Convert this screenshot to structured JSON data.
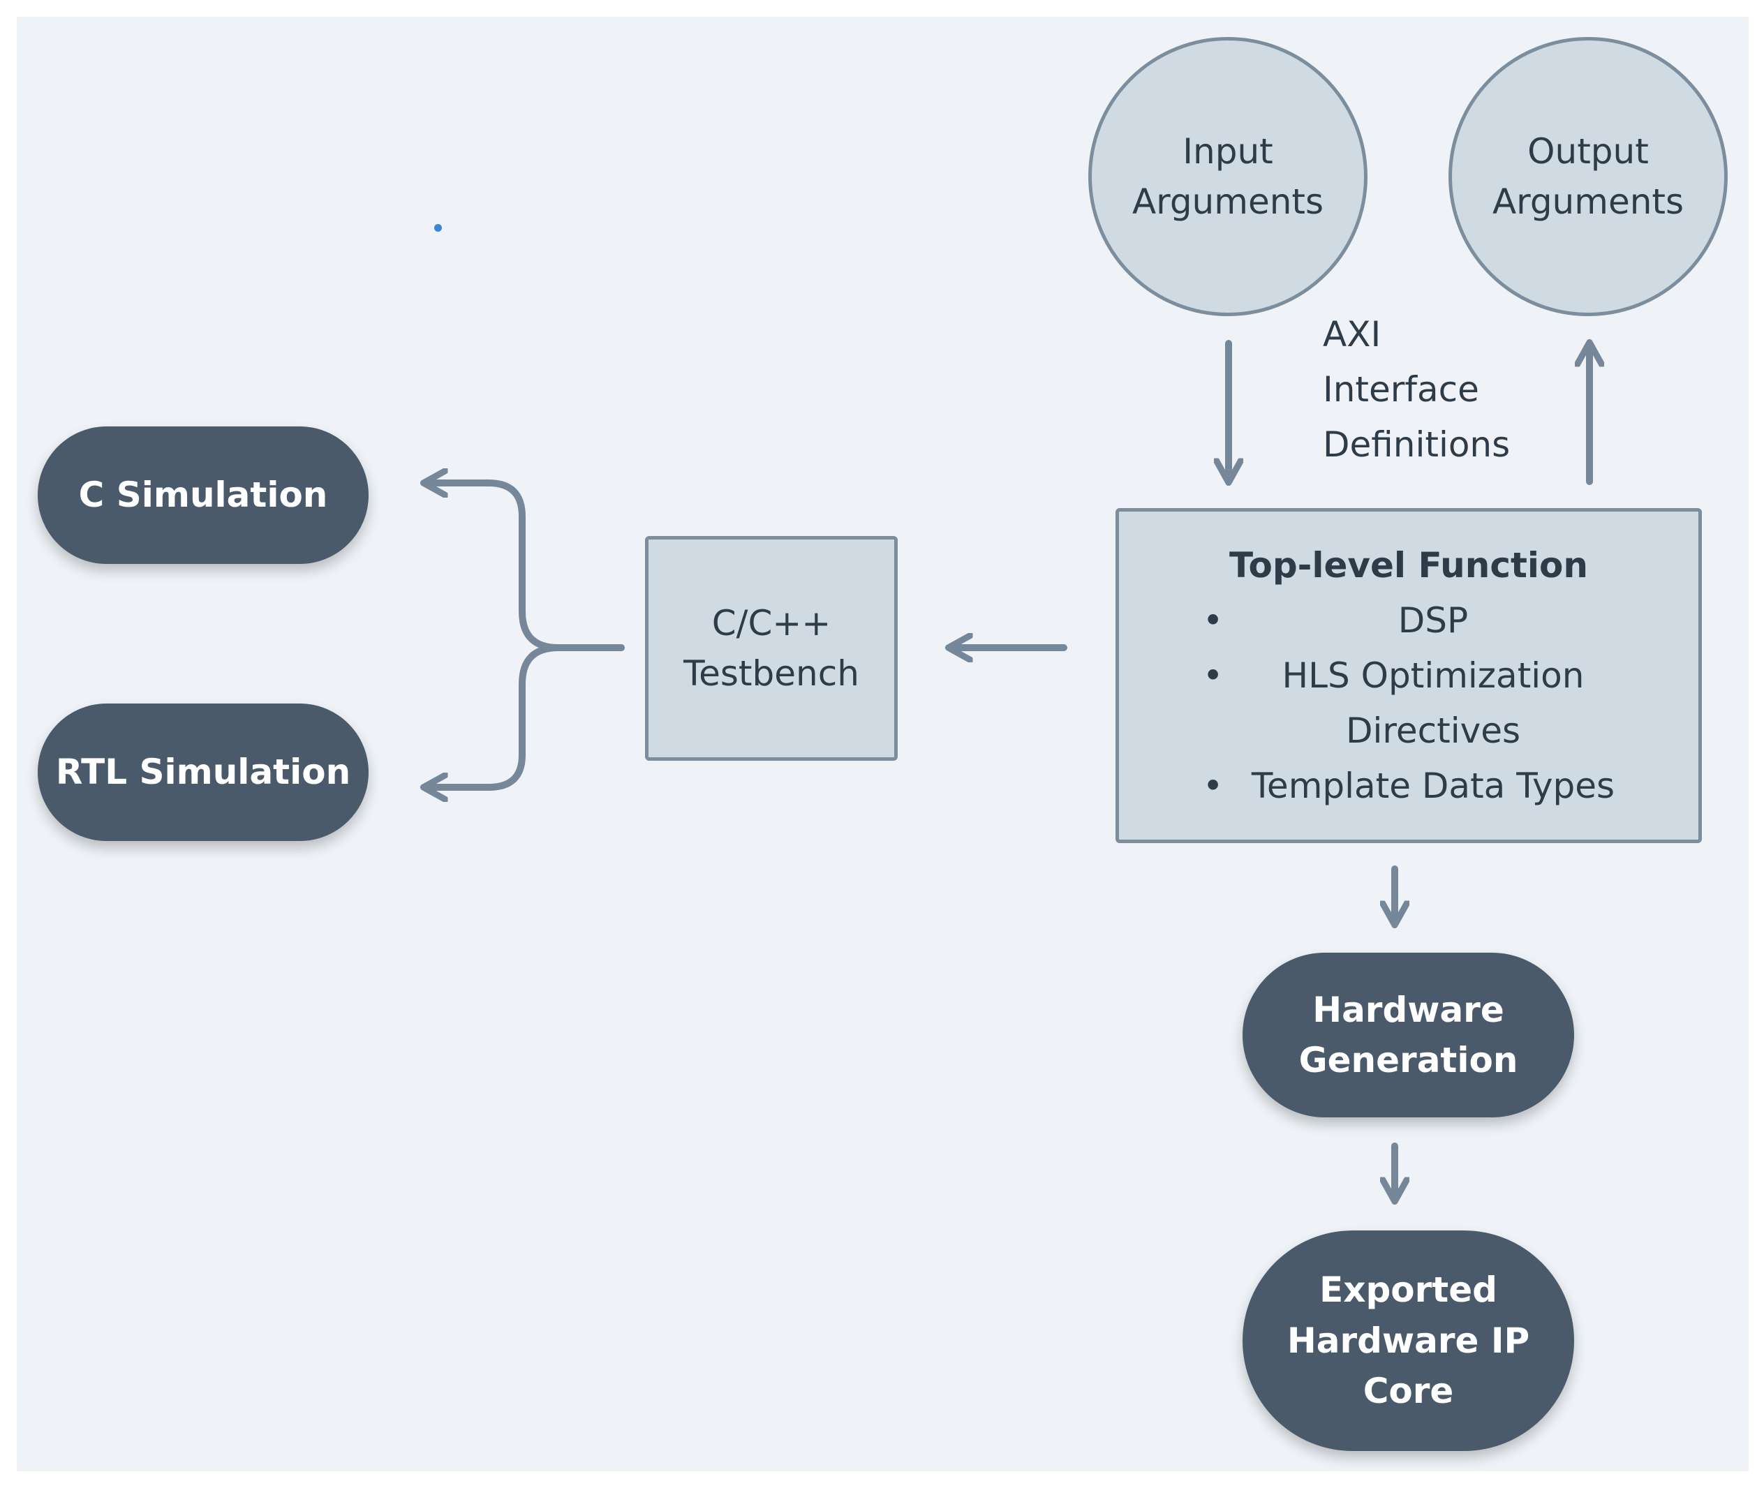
{
  "colors": {
    "background": "#eff3f7",
    "pill_fill": "#4a5a6a",
    "light_fill": "#cfdae3",
    "stroke": "#7c8d9d",
    "arrow": "#76879a",
    "accent_dot": "#3a86d6"
  },
  "nodes": {
    "c_simulation": "C Simulation",
    "rtl_simulation": "RTL Simulation",
    "testbench": [
      "C/C++",
      "Testbench"
    ],
    "input_arguments": [
      "Input",
      "Arguments"
    ],
    "output_arguments": [
      "Output",
      "Arguments"
    ],
    "axi_label": [
      "AXI",
      "Interface",
      "Definitions"
    ],
    "top_level": {
      "title": "Top-level Function",
      "bullets": [
        [
          "DSP"
        ],
        [
          "HLS Optimization",
          "Directives"
        ],
        [
          "Template Data Types"
        ]
      ]
    },
    "hardware_generation": [
      "Hardware",
      "Generation"
    ],
    "exported_ip": [
      "Exported",
      "Hardware IP",
      "Core"
    ]
  },
  "edges": [
    {
      "from": "input_arguments",
      "to": "top_level"
    },
    {
      "from": "top_level",
      "to": "output_arguments"
    },
    {
      "from": "top_level",
      "to": "testbench"
    },
    {
      "from": "testbench",
      "to": "c_simulation"
    },
    {
      "from": "testbench",
      "to": "rtl_simulation"
    },
    {
      "from": "top_level",
      "to": "hardware_generation"
    },
    {
      "from": "hardware_generation",
      "to": "exported_ip"
    }
  ]
}
